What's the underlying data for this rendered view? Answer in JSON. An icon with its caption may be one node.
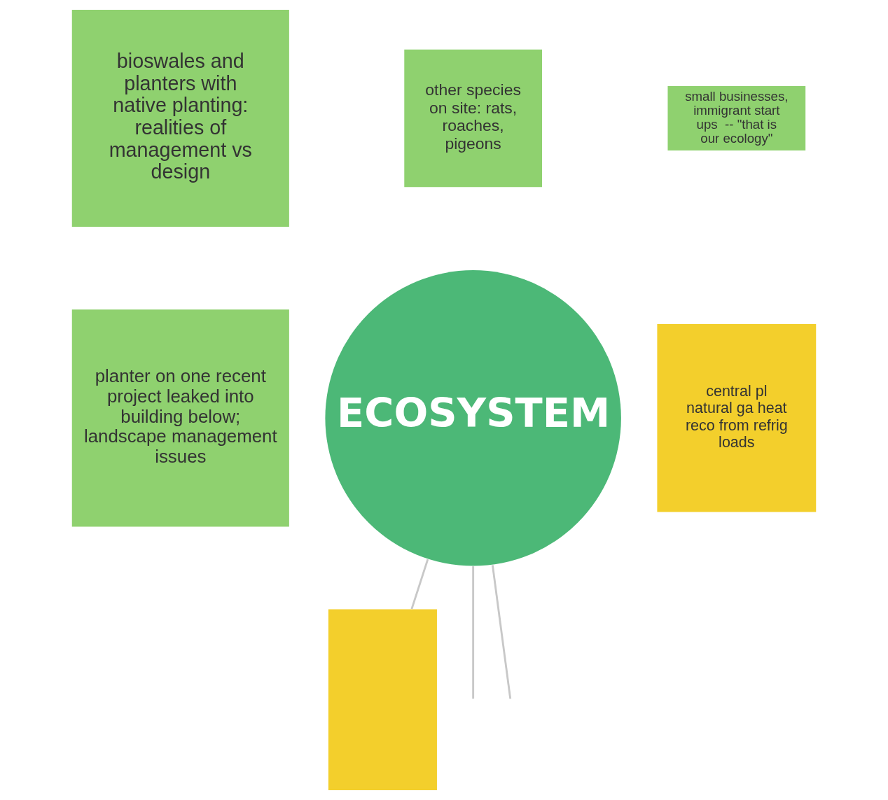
{
  "diagram": {
    "nodes": [
      {
        "text": [
          "ECOSYSTEM"
        ]
      },
      {
        "text": [
          "small businesses, immigrant start ups  -- \"that is our ecology\""
        ]
      },
      {
        "text": [
          "bioswales and planters with native planting: realities of management vs design"
        ]
      },
      {
        "text": [
          "other species on site: rats, roaches, pigeons"
        ]
      },
      {
        "text": [
          "central pl natural ga heat reco from refrig loads"
        ]
      },
      {
        "text": [
          "planter on one recent project leaked into building below; landscape management issues"
        ]
      },
      {
        "text": [],
        "shape": "box"
      }
    ],
    "edges": [
      {
        "from": 0,
        "to": null,
        "arrow": "none"
      },
      {
        "from": 0,
        "to": null,
        "arrow": "none"
      },
      {
        "from": 0,
        "to": 6,
        "arrow": "none"
      }
    ]
  }
}
